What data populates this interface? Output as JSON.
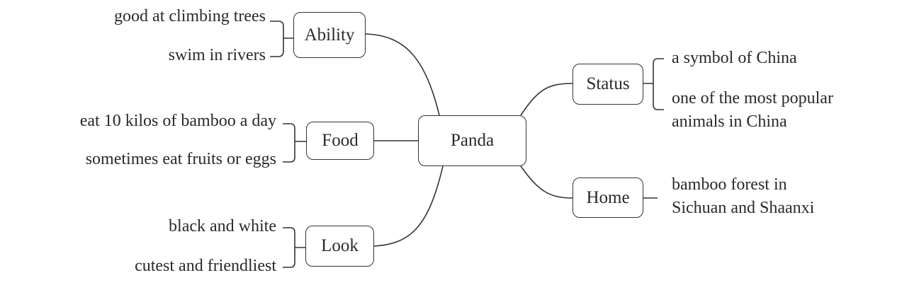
{
  "diagram": {
    "type": "mind-map",
    "center": {
      "label": "Panda"
    },
    "branches": {
      "ability": {
        "label": "Ability",
        "items": [
          "good at climbing trees",
          "swim in rivers"
        ]
      },
      "food": {
        "label": "Food",
        "items": [
          "eat 10 kilos of bamboo a day",
          "sometimes eat fruits or eggs"
        ]
      },
      "look": {
        "label": "Look",
        "items": [
          "black and white",
          "cutest and friendliest"
        ]
      },
      "status": {
        "label": "Status",
        "items": [
          "a symbol of China",
          "one of the most popular",
          "animals in China"
        ]
      },
      "home": {
        "label": "Home",
        "items": [
          "bamboo forest in",
          "Sichuan and Shaanxi"
        ]
      }
    }
  }
}
